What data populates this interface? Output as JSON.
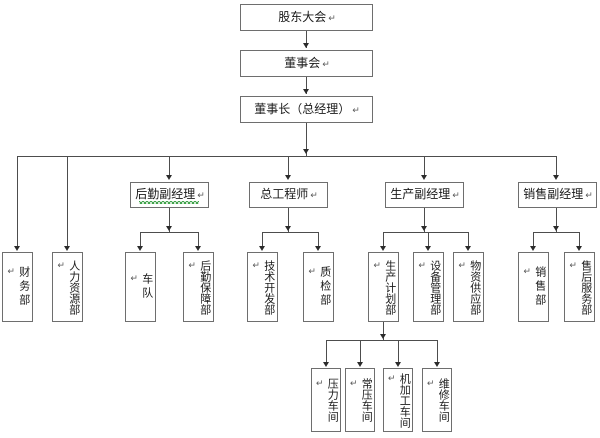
{
  "diagram": {
    "title": "股东大会组织架构图",
    "type": "org-chart",
    "pilcrow": "↵",
    "colors": {
      "box_border": "#6e6e6e",
      "connector": "#4d4d4d",
      "arrow": "#2b2b2b",
      "text": "#1a1a1a",
      "spellcheck_underline": "#2e9b3a",
      "background": "#ffffff"
    },
    "nodes": {
      "shareholders_meeting": "股东大会",
      "board_of_directors": "董事会",
      "chairman_general_manager": "董事长（总经理）",
      "logistics_vice_manager": "后勤副经理",
      "chief_engineer": "总工程师",
      "production_vice_manager": "生产副经理",
      "sales_vice_manager": "销售副经理",
      "finance_dept": "财务部",
      "hr_dept": "人力资源部",
      "fleet_team": "车队",
      "logistics_support_dept": "后勤保障部",
      "tech_development_dept": "技术开发部",
      "quality_inspection_dept": "质检部",
      "production_planning_dept": "生产计划部",
      "equipment_management_dept": "设备管理部",
      "material_supply_dept": "物资供应部",
      "sales_dept": "销售部",
      "after_sales_service_dept": "售后服务部",
      "pressure_workshop": "压力车间",
      "atmospheric_workshop": "常压车间",
      "machining_workshop": "机加工车间",
      "maintenance_workshop": "维修车间"
    },
    "hierarchy": {
      "level1": [
        "shareholders_meeting"
      ],
      "level2": [
        "board_of_directors"
      ],
      "level3": [
        "chairman_general_manager"
      ],
      "level4": [
        "finance_dept",
        "hr_dept",
        "logistics_vice_manager",
        "chief_engineer",
        "production_vice_manager",
        "sales_vice_manager"
      ],
      "level5_logistics": [
        "fleet_team",
        "logistics_support_dept"
      ],
      "level5_engineer": [
        "tech_development_dept",
        "quality_inspection_dept"
      ],
      "level5_production": [
        "production_planning_dept",
        "equipment_management_dept",
        "material_supply_dept"
      ],
      "level5_sales": [
        "sales_dept",
        "after_sales_service_dept"
      ],
      "level6_workshops": [
        "pressure_workshop",
        "atmospheric_workshop",
        "machining_workshop",
        "maintenance_workshop"
      ]
    }
  }
}
